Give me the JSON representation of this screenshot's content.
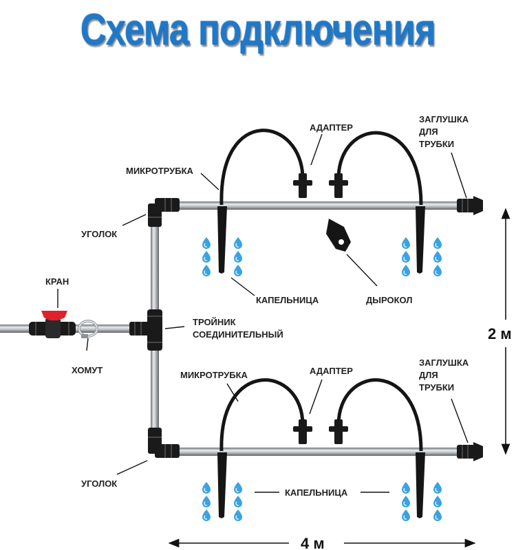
{
  "title": "Схема подключения",
  "labels": {
    "adapter_top": "АДАПТЕР",
    "adapter_bottom": "АДАПТЕР",
    "microtube_top": "МИКРОТРУБКА",
    "microtube_bottom": "МИКРОТРУБКА",
    "plug_top": [
      "ЗАГЛУШКА",
      "ДЛЯ",
      "ТРУБКИ"
    ],
    "plug_bottom": [
      "ЗАГЛУШКА",
      "ДЛЯ",
      "ТРУБКИ"
    ],
    "elbow_top": "УГОЛОК",
    "elbow_bottom": "УГОЛОК",
    "valve": "КРАН",
    "clamp": "ХОМУТ",
    "tee": [
      "ТРОЙНИК",
      "СОЕДИНИТЕЛЬНЫЙ"
    ],
    "dripper_top": "КАПЕЛЬНИЦА",
    "dripper_bottom": "КАПЕЛЬНИЦА",
    "punch": "ДЫРОКОЛ"
  },
  "dimensions": {
    "height": "2 м",
    "width": "4 м"
  },
  "colors": {
    "title": "#1f78c8",
    "pipe": "#a9acaf",
    "tube": "#151515",
    "valve_handle": "#e0212c",
    "drop": "#3aa3e0"
  }
}
